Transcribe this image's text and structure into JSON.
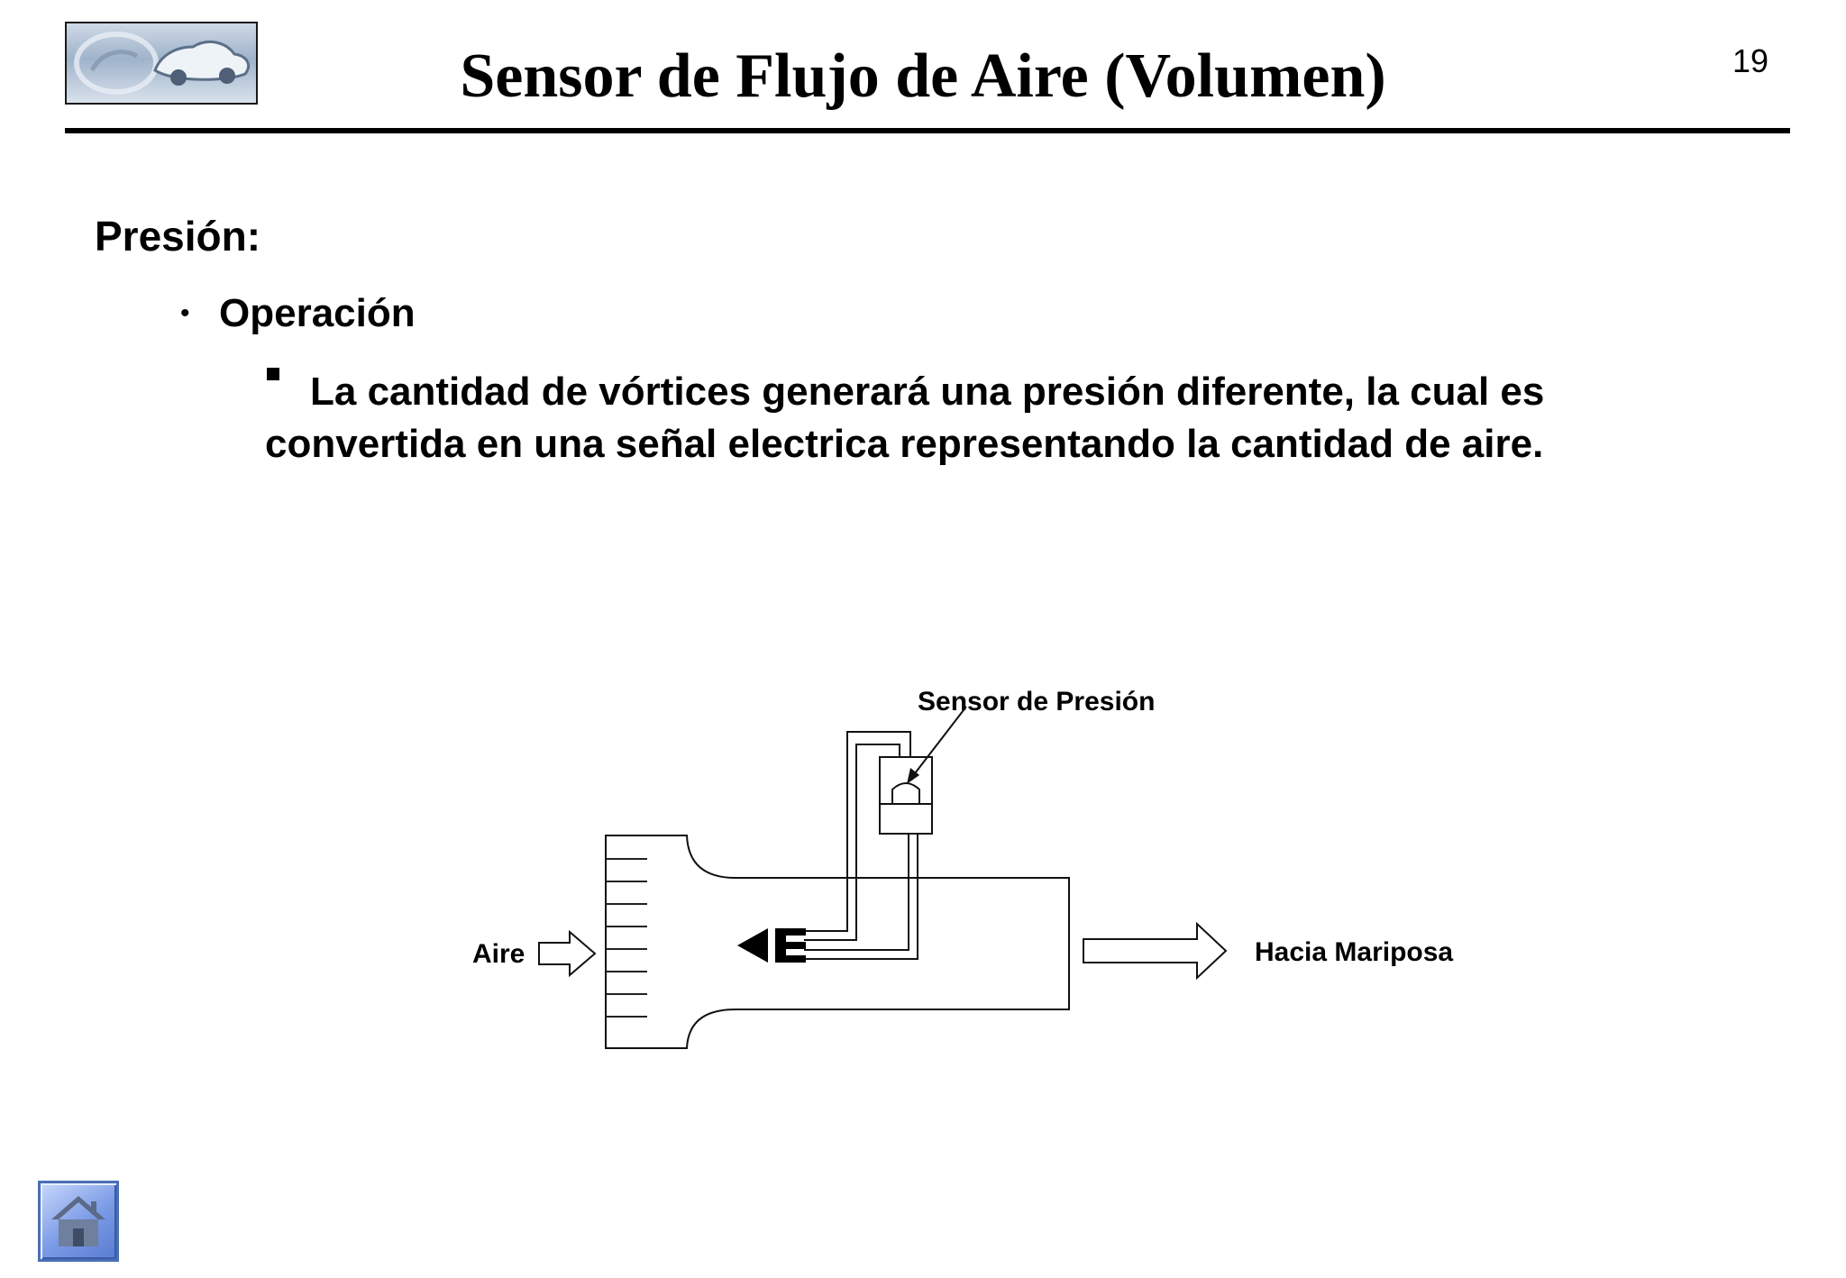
{
  "slide": {
    "title": "Sensor de Flujo de Aire (Volumen)",
    "page_number": "19",
    "heading": "Presión:",
    "bullet_item": "Operación",
    "sub_bullet_text": "La cantidad de vórtices generará una presión diferente, la cual es convertida en una señal electrica representando la cantidad de aire."
  },
  "diagram": {
    "sensor_label": "Sensor de Presión",
    "inlet_label": "Aire",
    "outlet_label": "Hacia Mariposa"
  },
  "icons": {
    "logo": "car-logo-icon",
    "home": "home-icon"
  },
  "colors": {
    "rule": "#000000",
    "home_button": "#6f90e0"
  }
}
